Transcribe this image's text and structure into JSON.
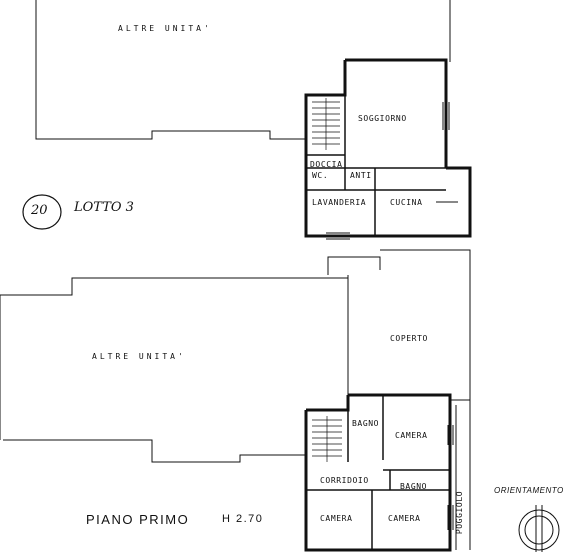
{
  "plan": {
    "upper": {
      "other_units": "ALTRE UNITA'",
      "rooms": {
        "soggiorno": "SOGGIORNO",
        "doccia": "DOCCIA",
        "wc": "WC.",
        "anti": "ANTI",
        "lavanderia": "LAVANDERIA",
        "cucina": "CUCINA"
      }
    },
    "annotation": {
      "number": "20",
      "lot": "LOTTO 3"
    },
    "lower": {
      "other_units": "ALTRE UNITA'",
      "rooms": {
        "coperto": "COPERTO",
        "bagno_1": "BAGNO",
        "camera_1": "CAMERA",
        "corridoio": "CORRIDOIO",
        "bagno_2": "BAGNO",
        "camera_2": "CAMERA",
        "camera_3": "CAMERA",
        "poggiolo": "POGGIOLO"
      }
    },
    "footer": {
      "title": "PIANO PRIMO",
      "height": "H 2.70",
      "orientation": "ORIENTAMENTO"
    }
  }
}
